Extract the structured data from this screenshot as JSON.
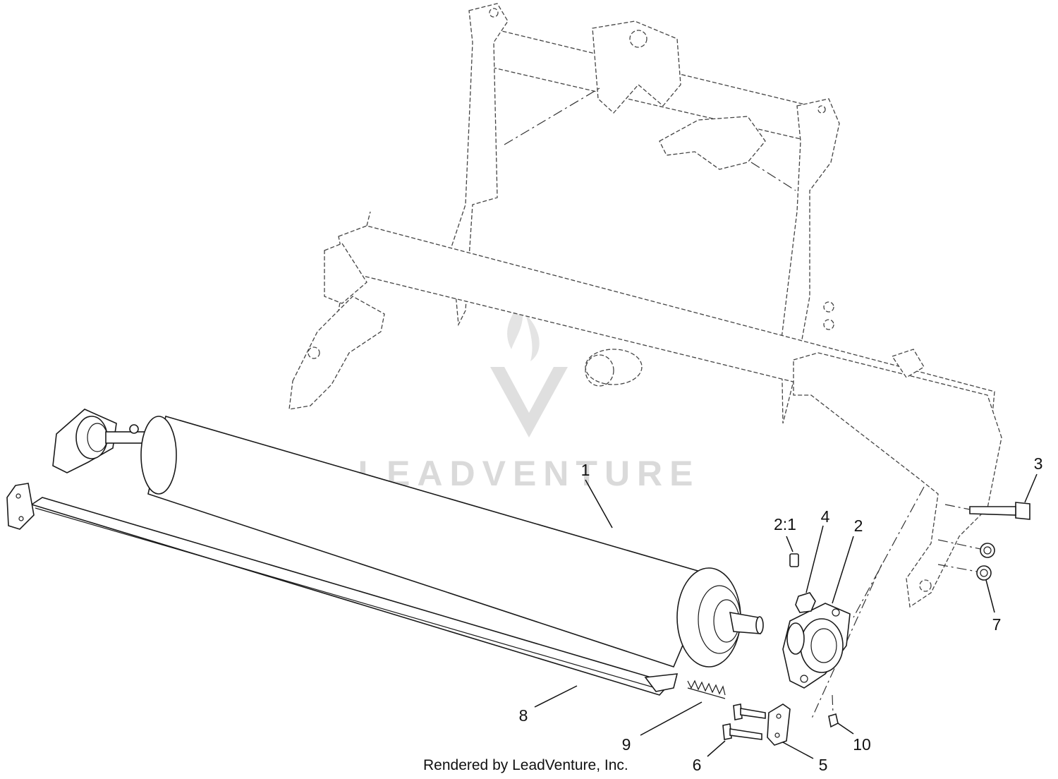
{
  "diagram": {
    "credit": "Rendered by LeadVenture, Inc.",
    "watermark": "LEADVENTURE",
    "callouts": [
      {
        "id": "1",
        "label": "1"
      },
      {
        "id": "2",
        "label": "2"
      },
      {
        "id": "2-1",
        "label": "2:1"
      },
      {
        "id": "3",
        "label": "3"
      },
      {
        "id": "4",
        "label": "4"
      },
      {
        "id": "5",
        "label": "5"
      },
      {
        "id": "6",
        "label": "6"
      },
      {
        "id": "7",
        "label": "7"
      },
      {
        "id": "8",
        "label": "8"
      },
      {
        "id": "9",
        "label": "9"
      },
      {
        "id": "10",
        "label": "10"
      }
    ]
  }
}
